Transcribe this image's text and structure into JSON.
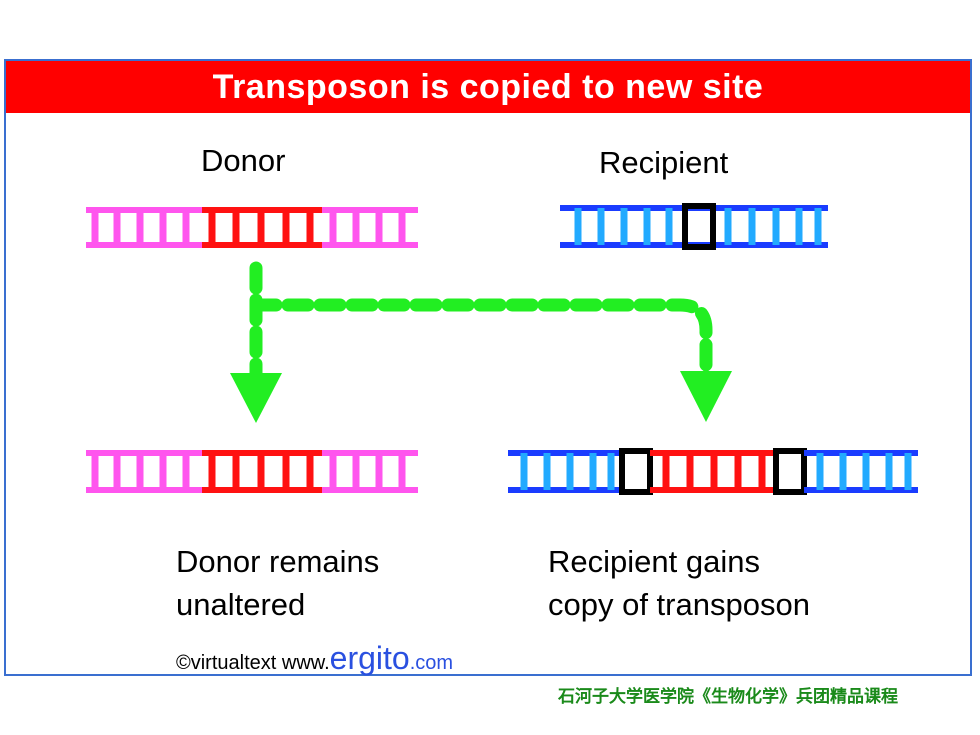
{
  "title": "Transposon is copied to new site",
  "labels": {
    "donor": "Donor",
    "recipient": "Recipient"
  },
  "captions": {
    "donor_line1": "Donor remains",
    "donor_line2": "unaltered",
    "recipient_line1": "Recipient gains",
    "recipient_line2": "copy of transposon"
  },
  "credit": {
    "prefix": "©virtualtext  www.",
    "brand": "ergito",
    "suffix": ".com"
  },
  "footer": "石河子大学医学院《生物化学》兵团精品课程",
  "colors": {
    "title_bg": "#ff0000",
    "donor_dna": "#ff55ee",
    "transposon": "#ff1111",
    "recipient_dna": "#1a3cff",
    "recipient_rungs": "#22aaff",
    "target_site": "#000000",
    "arrow": "#22ee22",
    "border": "#3a6fd0"
  }
}
